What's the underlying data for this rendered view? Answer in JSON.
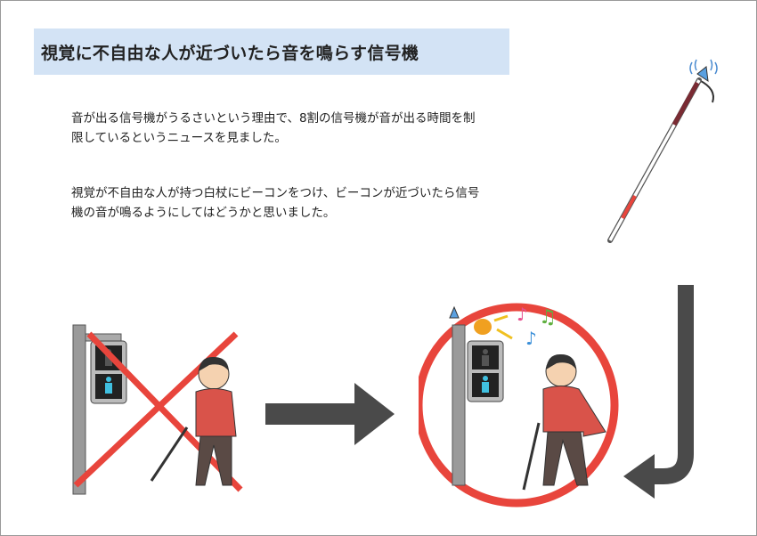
{
  "title": "視覚に不自由な人が近づいたら音を鳴らす信号機",
  "paragraphs": [
    {
      "lines": [
        "音が出る信号機がうるさいという理由で、8割の信号機が音が出る時間を制",
        "限しているというニュースを見ました。"
      ]
    },
    {
      "lines": [
        "視覚が不自由な人が持つ白杖にビーコンをつけ、ビーコンが近づいたら信号",
        "機の音が鳴るようにしてはどうかと思いました。"
      ]
    }
  ],
  "colors": {
    "title_band": "#d3e3f5",
    "red": "#e8453c",
    "arrow": "#4a4a4a",
    "shirt": "#d9534a"
  }
}
